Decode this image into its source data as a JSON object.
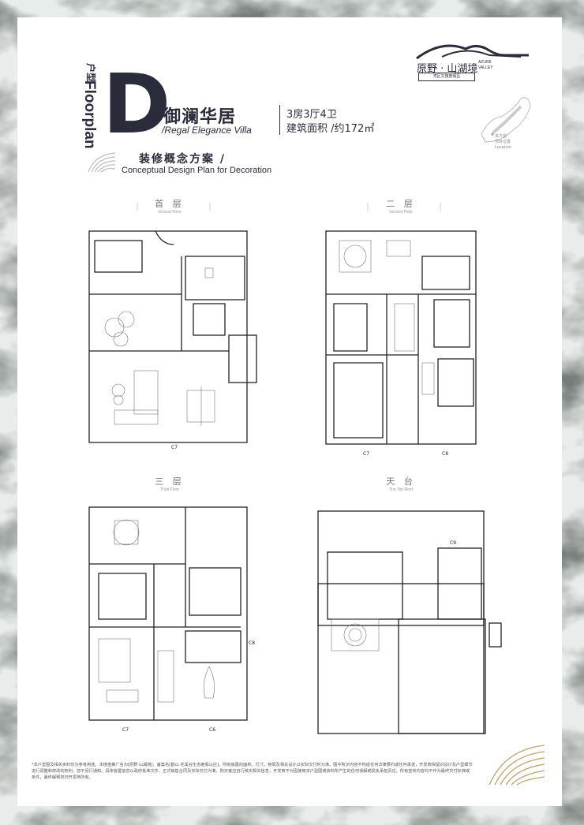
{
  "header": {
    "type_label": "户型",
    "floorplan_label": "Floorplan",
    "type_letter": "D",
    "title_cn": "御澜华居",
    "title_en": "/Regal Elegance Villa",
    "room_config": "3房3厅4卫",
    "area": "建筑面积 /约172㎡"
  },
  "logo": {
    "name_cn": "原野 · 山湖境",
    "name_en": "AZURE VALLEY",
    "subtitle": "湾区文旅度假区"
  },
  "location": {
    "label_cn": "本户型\n项目位置",
    "label_en": "Location"
  },
  "section": {
    "title_cn": "装修概念方案 /",
    "title_en": "Conceptual Design Plan for Decoration"
  },
  "floors": [
    {
      "name_cn": "首 层",
      "name_en": "Ground Floor"
    },
    {
      "name_cn": "二 层",
      "name_en": "Second Floor"
    },
    {
      "name_cn": "三 层",
      "name_en": "Third Floor"
    },
    {
      "name_cn": "天 台",
      "name_en": "The Top Roof"
    }
  ],
  "plan_labels": {
    "ground": {
      "c7": "C7"
    },
    "second": {
      "c7": "C7",
      "c8": "C8"
    },
    "third": {
      "c7": "C7",
      "c6": "C6",
      "c8": "C8"
    },
    "roof": {
      "c9": "C9"
    }
  },
  "disclaimer": "*本户型图及相关资料仅为参考用途。本楼盘推广名为[原野·山湖境]，备案名[鹤山·花溪谷生态度假山庄]。所有房屋的面积、尺寸、格局及相关设计以实际交付时为准。图中所示内容不构成任何法律要约或任何承诺，开发商保留对设计及户型细节进行调整和修改的权利，恕不另行通知。具体房屋信息以政府批准文件、正式销售合同及实际交付为准。购买者应自行核实相关信息，开发商不对因使用本户型图或资料所产生的任何误解或损失承担责任。所有宣传内容均不作为最终交付标准或条件，最终解释权归开发商所有。",
  "colors": {
    "ink": "#2b2c3b",
    "marble_dark": "#2e3230",
    "marble_light": "#e4e8e6",
    "gold": "#b8a36a"
  }
}
